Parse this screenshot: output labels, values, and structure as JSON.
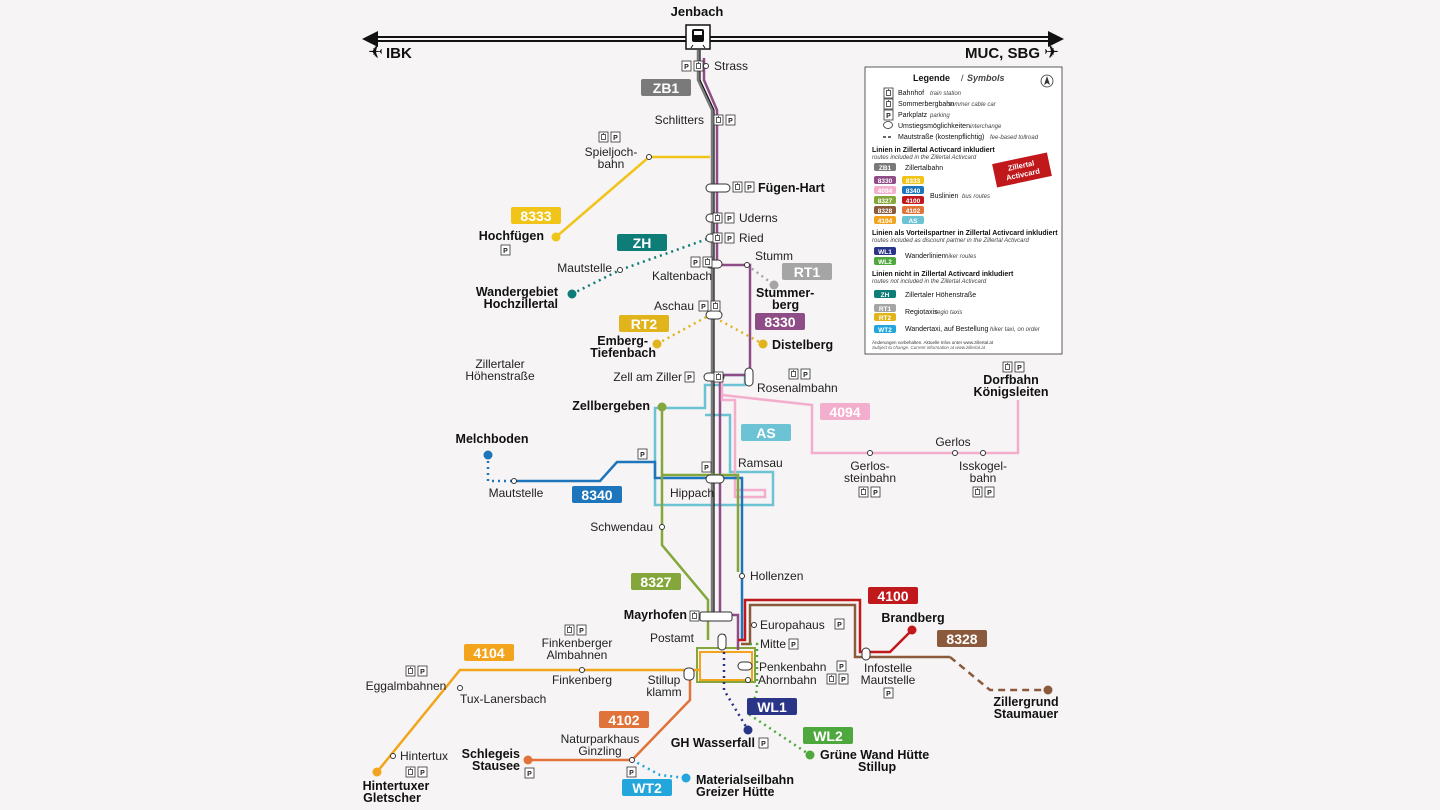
{
  "top": {
    "hub": "Jenbach",
    "left_dest": "IBK",
    "right_dest": "MUC, SBG",
    "plane_glyph": "✈"
  },
  "colors": {
    "ZB1": "#7a7a7a",
    "8330": "#8e4d86",
    "8333": "#f0c419",
    "8340": "#1d76bb",
    "8327": "#84a63b",
    "4100": "#c0181b",
    "4102": "#e0733a",
    "4104": "#f2a51c",
    "4094": "#f3aecd",
    "8328": "#8b5a3c",
    "AS": "#6cc3d4",
    "ZH": "#0e7d78",
    "RT1": "#a5a5a5",
    "RT2": "#e0b41a",
    "WL1": "#2a3588",
    "WL2": "#4fa83d",
    "WT2": "#22a6dc"
  },
  "route_badges": {
    "ZB1": "ZB1",
    "8333": "8333",
    "ZH": "ZH",
    "RT1": "RT1",
    "RT2": "RT2",
    "8330": "8330",
    "4094": "4094",
    "AS": "AS",
    "8340": "8340",
    "8327": "8327",
    "4100": "4100",
    "8328": "8328",
    "4104": "4104",
    "4102": "4102",
    "WL1": "WL1",
    "WL2": "WL2",
    "WT2": "WT2"
  },
  "stations": {
    "strass": "Strass",
    "zb1_label": "ZB1",
    "schlitters": "Schlitters",
    "spieljoch_1": "Spieljoch-",
    "spieljoch_2": "bahn",
    "fuegen": "Fügen-Hart",
    "uderns": "Uderns",
    "ried": "Ried",
    "hochfuegen": "Hochfügen",
    "mautstelle_zh": "Mautstelle",
    "kaltenbach": "Kaltenbach",
    "stumm": "Stumm",
    "wandergebiet_1": "Wandergebiet",
    "wandergebiet_2": "Hochzillertal",
    "aschau": "Aschau",
    "stummerberg_1": "Stummer-",
    "stummerberg_2": "berg",
    "emberg_1": "Emberg-",
    "emberg_2": "Tiefenbach",
    "distelberg": "Distelberg",
    "zh_road_1": "Zillertaler",
    "zh_road_2": "Höhenstraße",
    "zell": "Zell am Ziller",
    "rosenalm": "Rosenalmbahn",
    "dorfbahn_1": "Dorfbahn",
    "dorfbahn_2": "Königsleiten",
    "zellbergeben": "Zellbergeben",
    "gerlos": "Gerlos",
    "melchboden": "Melchboden",
    "gerlosstein_1": "Gerlos-",
    "gerlosstein_2": "steinbahn",
    "isskogel_1": "Isskogel-",
    "isskogel_2": "bahn",
    "ramsau": "Ramsau",
    "mautstelle_8340": "Mautstelle",
    "hippach": "Hippach",
    "schwendau": "Schwendau",
    "hollenzen": "Hollenzen",
    "mayrhofen": "Mayrhofen",
    "europahaus": "Europahaus",
    "brandberg": "Brandberg",
    "postamt": "Postamt",
    "mitte": "Mitte",
    "finkenberger_1": "Finkenberger",
    "finkenberger_2": "Almbahnen",
    "penken": "Penkenbahn",
    "infostelle_1": "Infostelle",
    "infostelle_2": "Mautstelle",
    "finkenberg": "Finkenberg",
    "stillup_1": "Stillup",
    "stillup_2": "klamm",
    "ahornbahn": "Ahornbahn",
    "eggalm": "Eggalmbahnen",
    "tuxlaner": "Tux-Lanersbach",
    "zillergrund_1": "Zillergrund",
    "zillergrund_2": "Staumauer",
    "naturpark_1": "Naturparkhaus",
    "naturpark_2": "Ginzling",
    "gh_wasserfall": "GH Wasserfall",
    "gruene_1": "Grüne Wand Hütte",
    "gruene_2": "Stillup",
    "hintertux": "Hintertux",
    "schlegeis_1": "Schlegeis",
    "schlegeis_2": "Stausee",
    "materialseil_1": "Materialseilbahn",
    "materialseil_2": "Greizer Hütte",
    "hintertuxer_1": "Hintertuxer",
    "hintertuxer_2": "Gletscher"
  },
  "legend": {
    "title": "Legende",
    "title_en": "Symbols",
    "sym_station": "Bahnhof",
    "sym_station_en": "train station",
    "sym_cable": "Sommerbergbahn",
    "sym_cable_en": "summer cable car",
    "sym_parking": "Parkplatz",
    "sym_parking_en": "parking",
    "sym_interchange": "Umstiegsmöglichkeiten",
    "sym_interchange_en": "interchange",
    "sym_toll": "Mautstraße (kostenpflichtig)",
    "sym_toll_en": "fee-based tollroad",
    "incl_head": "Linien in Zillertal Activcard inkludiert",
    "incl_head_en": "routes included in the Zillertal Activcard",
    "zillertalbahn": "Zillertalbahn",
    "buslinien": "Buslinien",
    "buslinien_en": "bus routes",
    "card_1": "Zillertal",
    "card_2": "Activcard",
    "partner_head": "Linien als Vorteilspartner in Zillertal Activcard inkludiert",
    "partner_head_en": "routes included as discount partner in the Zillertal Activcard",
    "wanderlinien": "Wanderlinien",
    "wanderlinien_en": "hiker routes",
    "not_head": "Linien nicht in Zillertal Activcard inkludiert",
    "not_head_en": "routes not included in the Zillertal Activcard",
    "hoehenstrasse": "Zillertaler Höhenstraße",
    "regiotaxis": "Regiotaxis",
    "regiotaxis_en": "regio taxis",
    "wandertaxi": "Wandertaxi, auf Bestellung",
    "wandertaxi_en": "hiker taxi, on order",
    "note_1": "Änderungen vorbehalten. Aktuelle Infos unter www.zillertal.at",
    "note_2": "Subject to change. Current information at www.zillertal.at",
    "badge_zb1": "ZB1",
    "badge_8330": "8330",
    "badge_8333": "8333",
    "badge_4094": "4094",
    "badge_8340": "8340",
    "badge_8327": "8327",
    "badge_4100": "4100",
    "badge_8328": "8328",
    "badge_4102": "4102",
    "badge_4104": "4104",
    "badge_as": "AS",
    "badge_wl1": "WL1",
    "badge_wl2": "WL2",
    "badge_zh": "ZH",
    "badge_rt1": "RT1",
    "badge_rt2": "RT2",
    "badge_wt2": "WT2"
  },
  "symbols": {
    "parking": "P",
    "station": "⊡"
  }
}
